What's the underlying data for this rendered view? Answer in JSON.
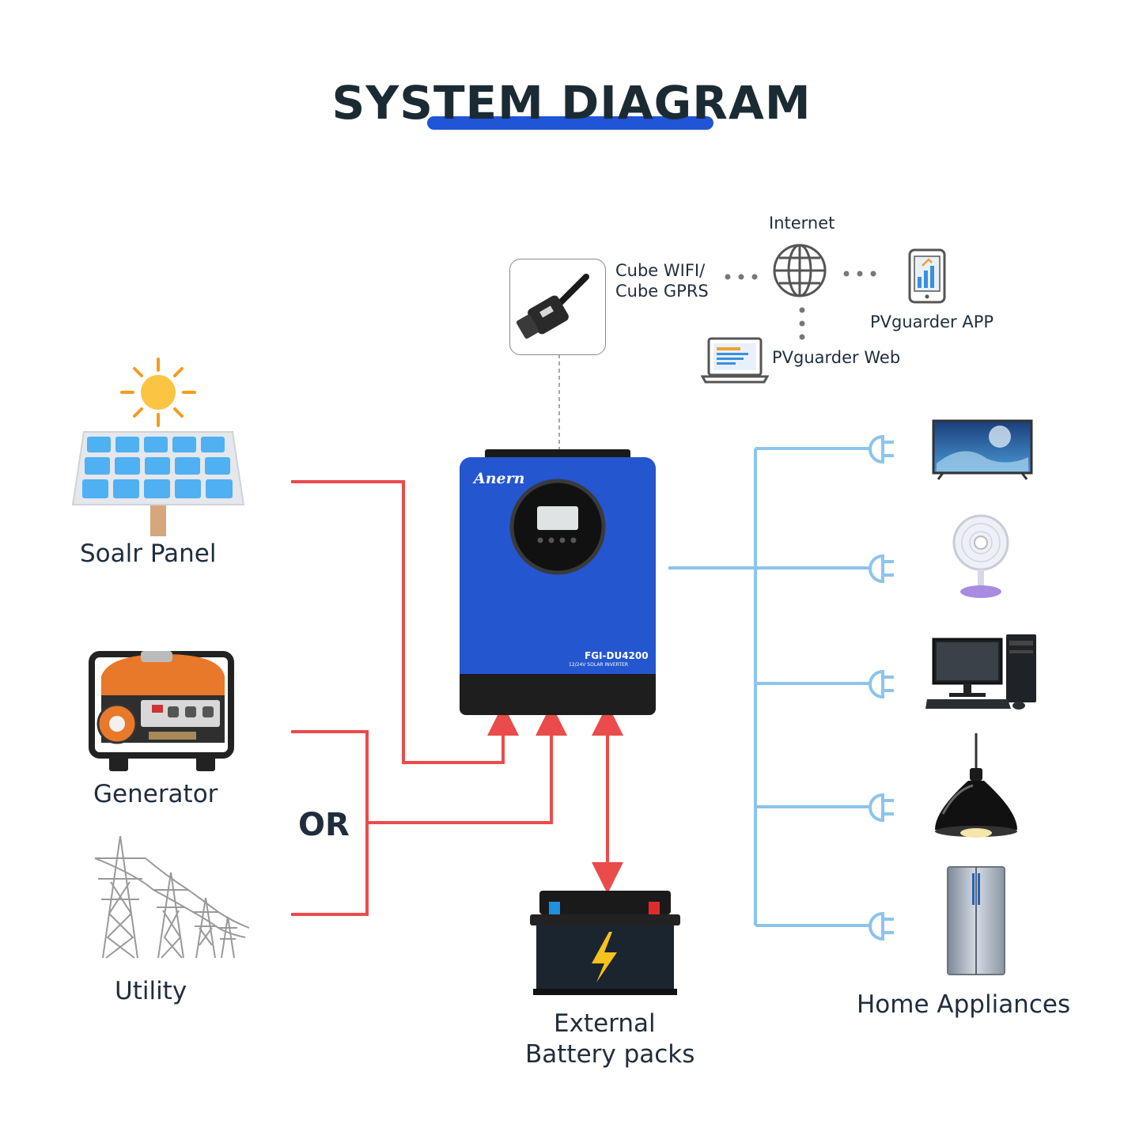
{
  "title": "SYSTEM DIAGRAM",
  "colors": {
    "title_bar": "#1f55d6",
    "dc_wire": "#ea4b4b",
    "ac_wire": "#8cc4ec",
    "inverter": "#2456cf"
  },
  "monitoring": {
    "dongle_label_line1": "Cube WIFI/",
    "dongle_label_line2": "Cube  GPRS",
    "internet_label": "Internet",
    "app_label": "PVguarder APP",
    "web_label": "PVguarder Web"
  },
  "inputs": {
    "solar_label": "Soalr Panel",
    "generator_label": "Generator",
    "or_label": "OR",
    "utility_label": "Utility"
  },
  "inverter": {
    "brand": "Anern",
    "model": "FGI-DU4200",
    "subtitle": "12/24V SOLAR INVERTER"
  },
  "battery": {
    "label_line1": "External",
    "label_line2": "Battery packs"
  },
  "appliances": {
    "label": "Home Appliances",
    "items": [
      "tv-icon",
      "fan-icon",
      "computer-icon",
      "pendant-lamp-icon",
      "refrigerator-icon"
    ]
  }
}
